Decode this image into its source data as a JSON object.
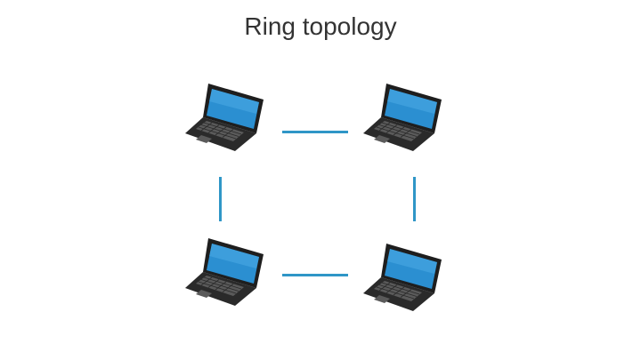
{
  "diagram": {
    "title": "Ring topology",
    "colors": {
      "link": "#2f96c7",
      "screen": "#2b8fd1",
      "laptop_body": "#2a2a2a",
      "keys": "#5a5a5a"
    },
    "nodes": [
      {
        "id": "top-left",
        "icon": "laptop-icon"
      },
      {
        "id": "top-right",
        "icon": "laptop-icon"
      },
      {
        "id": "bottom-left",
        "icon": "laptop-icon"
      },
      {
        "id": "bottom-right",
        "icon": "laptop-icon"
      }
    ],
    "links": [
      {
        "from": "top-left",
        "to": "top-right"
      },
      {
        "from": "top-right",
        "to": "bottom-right"
      },
      {
        "from": "bottom-right",
        "to": "bottom-left"
      },
      {
        "from": "bottom-left",
        "to": "top-left"
      }
    ]
  }
}
